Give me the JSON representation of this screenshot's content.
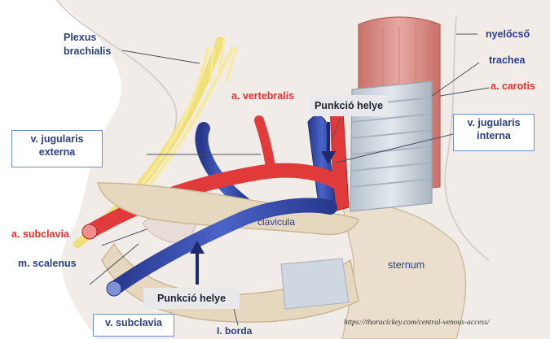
{
  "labels": {
    "plexus_line1": "Plexus",
    "plexus_line2": "brachialis",
    "vertebralis": "a. vertebralis",
    "punkcio_top": "Punkció helye",
    "jugularis_externa_line1": "v. jugularis",
    "jugularis_externa_line2": "externa",
    "nyelocso": "nyelőcső",
    "trachea": "trachea",
    "carotis": "a. carotis",
    "jugularis_interna_line1": "v. jugularis",
    "jugularis_interna_line2": "interna",
    "clavicula": "clavicula",
    "subclavia_artery": "a. subclavia",
    "scalenus": "m. scalenus",
    "sternum": "sternum",
    "punkcio_bottom": "Punkció helye",
    "subclavia_vein": "v. subclavia",
    "borda": "I. borda",
    "source": "https://thoracickey.com/central-venous-access/"
  },
  "colors": {
    "vein": "#3a4fb0",
    "artery": "#e03a3a",
    "nerve": "#efe07a",
    "label_navy": "#2b3f86",
    "label_red": "#e0332f",
    "box_border": "#6f8fc9",
    "bone": "#e6d8bf",
    "trachea": "#c9d2dc",
    "esophagus": "#d98f8a",
    "punkcio_tag": "#e9e9ec"
  }
}
